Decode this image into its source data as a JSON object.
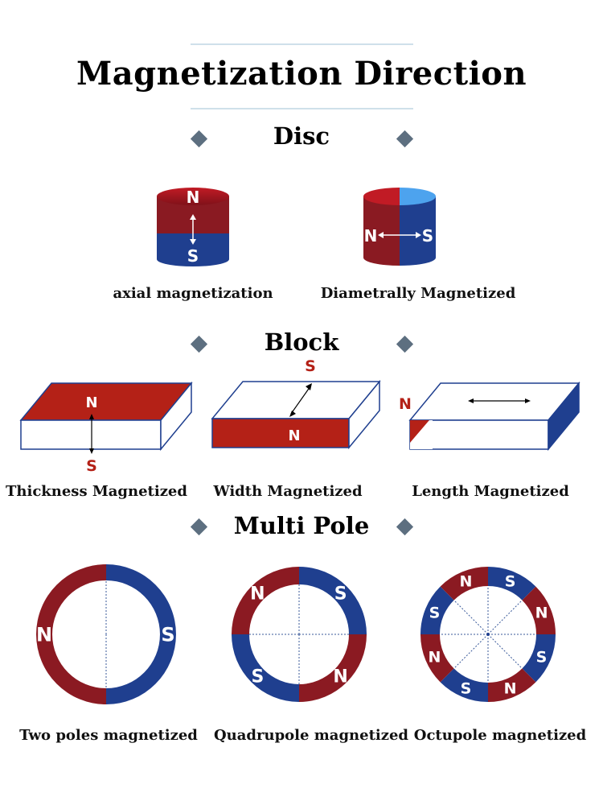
{
  "page": {
    "title": "Magnetization Direction",
    "colors": {
      "north": "#8b1a22",
      "south": "#1f3f8f",
      "block_red": "#b42117",
      "pole_text": "#b42117"
    }
  },
  "sections": {
    "disc": {
      "heading": "Disc",
      "items": [
        {
          "caption": "axial magnetization",
          "pole_top": "N",
          "pole_bottom": "S"
        },
        {
          "caption": "Diametrally Magnetized",
          "pole_left": "N",
          "pole_right": "S"
        }
      ]
    },
    "block": {
      "heading": "Block",
      "items": [
        {
          "caption": "Thickness Magnetized",
          "pole_face": "N",
          "pole_out": "S"
        },
        {
          "caption": "Width Magnetized",
          "pole_face": "N",
          "pole_out": "S"
        },
        {
          "caption": "Length Magnetized",
          "pole_out": "N"
        }
      ]
    },
    "multipole": {
      "heading": "Multi Pole",
      "items": [
        {
          "caption": "Two poles magnetized",
          "poles": [
            "N",
            "S"
          ]
        },
        {
          "caption": "Quadrupole magnetized",
          "poles": [
            "N",
            "S",
            "N",
            "S"
          ]
        },
        {
          "caption": "Octupole magnetized",
          "poles": [
            "N",
            "S",
            "N",
            "S",
            "N",
            "S",
            "N",
            "S"
          ]
        }
      ]
    }
  }
}
